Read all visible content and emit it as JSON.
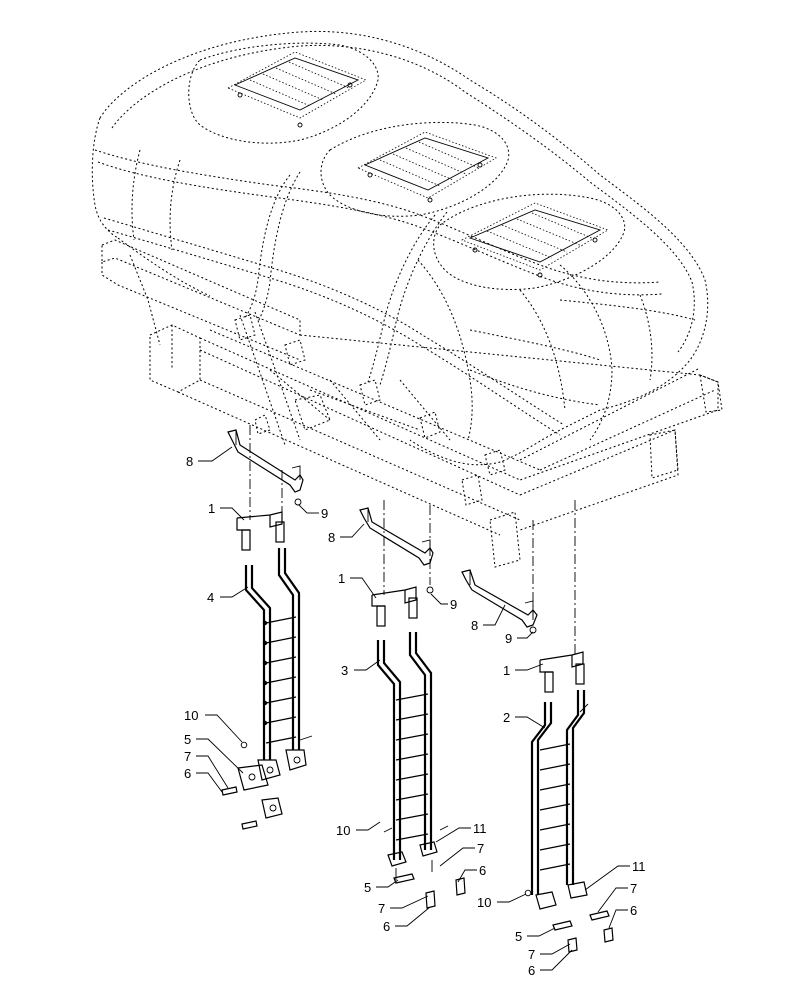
{
  "callouts": [
    {
      "id": "c-8-a",
      "text": "8"
    },
    {
      "id": "c-9-a",
      "text": "9"
    },
    {
      "id": "c-1-a",
      "text": "1"
    },
    {
      "id": "c-4",
      "text": "4"
    },
    {
      "id": "c-8-b",
      "text": "8"
    },
    {
      "id": "c-1-b",
      "text": "1"
    },
    {
      "id": "c-9-b",
      "text": "9"
    },
    {
      "id": "c-3",
      "text": "3"
    },
    {
      "id": "c-8-c",
      "text": "8"
    },
    {
      "id": "c-9-c",
      "text": "9"
    },
    {
      "id": "c-1-c",
      "text": "1"
    },
    {
      "id": "c-2",
      "text": "2"
    },
    {
      "id": "c-10-a",
      "text": "10"
    },
    {
      "id": "c-5-a",
      "text": "5"
    },
    {
      "id": "c-7-a",
      "text": "7"
    },
    {
      "id": "c-6-a",
      "text": "6"
    },
    {
      "id": "c-10-b",
      "text": "10"
    },
    {
      "id": "c-11-b",
      "text": "11"
    },
    {
      "id": "c-7-b",
      "text": "7"
    },
    {
      "id": "c-6-b",
      "text": "6"
    },
    {
      "id": "c-5-b",
      "text": "5"
    },
    {
      "id": "c-7-b2",
      "text": "7"
    },
    {
      "id": "c-6-b2",
      "text": "6"
    },
    {
      "id": "c-10-c",
      "text": "10"
    },
    {
      "id": "c-11-c",
      "text": "11"
    },
    {
      "id": "c-7-c",
      "text": "7"
    },
    {
      "id": "c-6-c",
      "text": "6"
    },
    {
      "id": "c-5-c",
      "text": "5"
    },
    {
      "id": "c-7-c2",
      "text": "7"
    },
    {
      "id": "c-6-c2",
      "text": "6"
    }
  ]
}
